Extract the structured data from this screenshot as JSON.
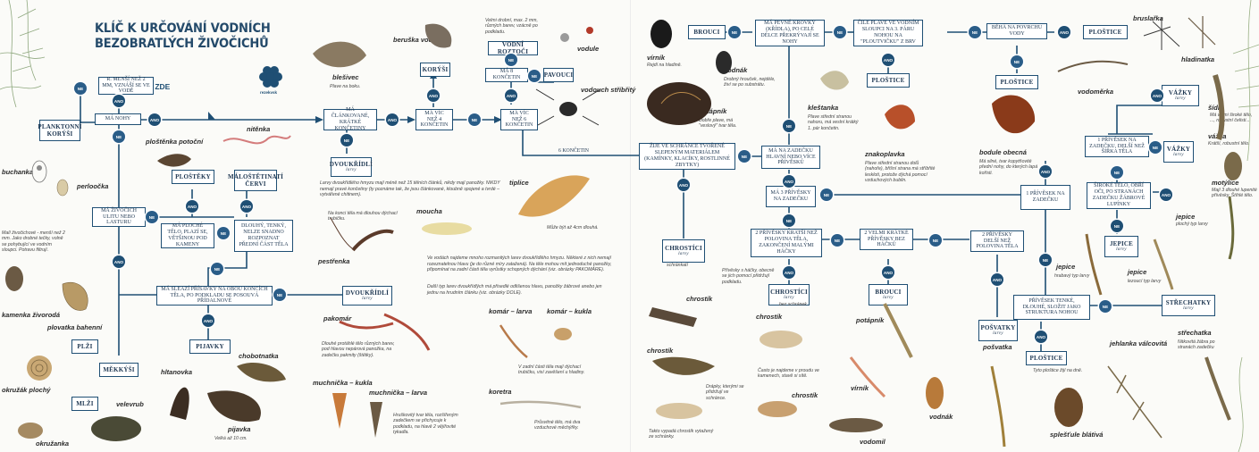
{
  "title": {
    "line1": "KLÍČ K URČOVÁNÍ VODNÍCH",
    "line2": "BEZOBRATLÝCH ŽIVOČICHŮ"
  },
  "logo": {
    "text": "rezekvsk"
  },
  "start": "ZAČNI ZDE",
  "answers": {
    "yes": "ANO",
    "no": "NE"
  },
  "nodes": {
    "q_small": "R. MENŠÍ NEŽ 2 MM, VZNÁŠÍ SE VE VODĚ",
    "plankton": "PLANKTONNÍ KORÝŠI",
    "q_legs": "MÁ NOHY",
    "q_shell": "MÁ ŽIVOČICH ULITU NEBO LASTURU",
    "q_flat": "MÁ PLOCHÉ TĚLO, PLAZÍ SE, VĚTŠINOU POD KAMENY",
    "plostenky": "PLOŠTĚKY",
    "q_thin": "DLOUHÝ, TENKÝ, NELZE SNADNO ROZPOZNAT PŘEDNÍ ČÁST TĚLA",
    "malostet": "MÁLOŠTĚTINATÍ ČERVI",
    "q_sucker": "MÁ SLEAZÍ PŘÍSAVKY NA OBOU KONCÍCH TĚLA, PO PODKLADU SE POSOUVÁ PŘÍDALNOVÉ",
    "pijavky": "PIJAVKY",
    "dvoukridli1": "DVOUKŘÍDLÍ",
    "dvoukridli1_sub": "larvy",
    "plze": "PLŽI",
    "mekkysi": "MĚKKÝŠI",
    "mlzi": "MLŽI",
    "q_segments": "MÁ ČLÁNKOVANÉ, KRÁTKÉ KONČETINY",
    "dvoukridli2": "DVOUKŘÍDLÍ",
    "dvoukridli2_sub": "larvy",
    "q_more4": "MÁ VÍC NEŽ 4 KONČETIN",
    "korysi": "KORÝŠI",
    "q_8": "MÁ 8 KONČETIN",
    "vodni_roztoci": "VODNÍ ROZTOČI",
    "pavouci": "PAVOUCI",
    "q_more6": "MÁ VÍC NEŽ 6 KONČETIN",
    "six_legs": "6 KONČETIN",
    "q_shelter": "ŽIJE VE SCHRÁNCE TVOŘENÉ SLEPENÝM MATERIÁLEM (KAMÍNKY, KLACÍKY, ROSTLINNÉ ZBYTKY)",
    "chrostici1": "CHROSTÍCI",
    "chrostici1_sub": "larvy",
    "q_head": "MÁ NA ZADEČKU HLAVNÍ NEBO VÍCE PŘÍVĚSKŮ",
    "q_3tails": "MÁ 3 PŘÍVĚSKY NA ZADEČKU",
    "q_2short": "2 PŘÍVĚSKY KRATŠÍ NEŽ POLOVINA TĚLA, ZAKONČENÍ MALÝMI HÁČKY",
    "chrostici2": "CHROSTÍCI",
    "chrostici2_sub": "larvy",
    "q_2hooks": "2 VELMI KRÁTKÉ PŘÍVĚSKY BEZ HÁČKŮ",
    "brouci2": "BROUCI",
    "brouci2_sub": "larvy",
    "q_2long": "2 PŘÍVĚSKY DELŠÍ NEŽ POLOVINA TĚLA",
    "posvatky": "POŠVATKY",
    "posvatky_sub": "larvy",
    "q_hard": "MÁ PEVNÉ KROVKY (KŘÍDLA), PO CELÉ DÉLCE PŘEKRÝVAJÍ SE NOHY",
    "brouci1": "BROUCI",
    "q_swim": "ČILE PLAVE VE VODNÍM SLOUPCI NA 3. PÁRU NOHOU NA \"PLOUTVIČKU\" Z BRV",
    "plostice1": "PLOŠTICE",
    "q_walk": "BĚHÁ NA POVRCHU VODY",
    "plostice2": "PLOŠTICE",
    "plostice3": "PLOŠTICE",
    "q_tail": "1 PŘÍVĚSEK NA ZADEČKU, DELŠÍ NEŽ ŠÍŘKA TĚLA",
    "vazky1": "VÁŽKY",
    "vazky1_sub": "larvy",
    "q_1tail": "1 PŘÍVĚSEK NA ZADEČKU",
    "q_wide": "ŠIROKÉ TĚLO, OBŘÍ OČI, PO STRANÁCH ZADEČKU ŽÁBROVÉ LUPÍNKY",
    "vazky2": "VÁŽKY",
    "vazky2_sub": "larvy",
    "jepice": "JEPICE",
    "jepice_sub": "larvy",
    "q_thin2": "PŘÍVĚSEK TENKÉ, DLOUHÉ, SLOŽIT JAKO STRUKTURA NOHOU",
    "plostice4": "PLOŠTICE",
    "strechatky": "STŘECHATKY",
    "strechatky_sub": "larvy"
  },
  "species": {
    "buchanka": "buchanka",
    "perloocka": "perloočka",
    "plostenka": "ploštěnka potoční",
    "nitenka": "nitěnka",
    "biesivec": "blešivec",
    "beruska": "beruška vodní",
    "vodule": "vodule",
    "vodouch": "vodouch stříbřitý",
    "moucha": "moucha",
    "pestrenka": "pestřenka",
    "tiplice": "tiplice",
    "pakomar": "pakomár",
    "muchnicka_kukla": "muchnička – kukla",
    "muchnicka_larva": "muchnička – larva",
    "komar_larva": "komár – larva",
    "komar_kukla": "komár – kukla",
    "koretra": "koretra",
    "hitanovka": "hltanovka",
    "chobotnatka": "chobotnatka",
    "pijavka": "pijavka",
    "okruzanka": "okružanka",
    "velevrub": "velevrub",
    "plovatka": "plovatka bahenní",
    "okruzak": "okružák plochý",
    "kamnik": "kamenka živorodá",
    "vrinik": "vírník",
    "vodnak": "vodnák",
    "potapnik": "potápník",
    "kiestanka": "kleštanka",
    "znakoplavka": "znakoplavka",
    "bodule": "bodule obecná",
    "brusarka": "bruslařka",
    "hladinatka": "hladinatka",
    "vodomerka": "vodoměrka",
    "sidlo": "šídlo",
    "vazka": "vážka",
    "motylice": "motýlice",
    "jepice_sp": "jepice",
    "jepice2": "jepice",
    "jepice3": "jepice",
    "strechatka": "střechatka",
    "jehlanka": "jehlanka válcovitá",
    "splestule": "splešťule blátivá",
    "posvatka": "pošvatka",
    "chrostik1": "chrostík",
    "chrostik2": "chrostík",
    "chrostik3": "chrostík",
    "chrostik4": "chrostík",
    "potapnik2": "potápník",
    "vrinik2": "vírník",
    "vodnak2": "vodnák",
    "vodomil": "vodomil"
  },
  "notes": {
    "biesivec": "Plave na boku.",
    "vodule": "Velmi drobní, max. 2 mm, různých barev, vzácně po podkladu.",
    "nitenka_lead": "Na konci těla má dlouhou dýchací trubičku.",
    "dvoukridli_text": "Larvy dvoukřídlého hmyzu mají méně než 15 tělních článků, nikdy mají panožky. NIKDY nemají pravé končetiny (ty poznáme tak, že jsou článkované, kloubně spojené a tvrdé – vytvářené chitinem).",
    "tiplice": "Může být až 4cm dlouhá.",
    "larvy_text": "Ve vodách najdeme mnoho rozmanitých larev dvoukřídlého hmyzu. Některé z nich nemají rozeznatelnou hlavu (je do různé míry zatažená). Na těle mohou mít jednoduché panožky, připomínat na zadní části těla vyrůstky schopných dýchání (viz. obrázky PAKOMÁRE).",
    "larvy_text2": "Další typ larev dvoukřídlých má přisedlé odlišenou hlavu, panožky žábrové anebo jen jednu na hrudním článku (viz. obrázky DOLE).",
    "pakomar": "Dlouhé protáhlé tělo různých barev, pod hlavou nepárová panožka, na zadečku pakmity (štětky).",
    "muchnicka": "Hruškovitý tvar těla, rozšířeným zadečkem se přichycuje k podkladu, na hlavě 2 vějířovité tykadla.",
    "komar": "V zadní části těla mají dýchací trubičku, visí zavěšení u hladiny.",
    "koretra": "Průsvitné tělo, má dva vzduchové měchýřky.",
    "pijavka": "Velká až 10 cm.",
    "buchanka": "Malí živočichové - menší než 2 mm. Jako drobné tečky, volně se pohybující ve vodním sloupci. Potravu filtrují.",
    "vrinik": "Rejdí na hladině.",
    "vodnak": "Drobný hrouček, nejdéle, živí se po substrátu.",
    "potapnik": "Dobře plave, má \"veslový\" tvar těla.",
    "kiestanka": "Plave střední stranou nahoru, má veslní krátký 1. pár končetin.",
    "znakoplavka": "Plave střední stranou dolů (nahoře), břišní strana má stříbřité leskloti, protože dýchá pomocí vzduchových bublin.",
    "bodule": "Má silné, tvar kopytňovité přední nohy, do kterých lapá kořisti.",
    "vazka": "Krátší, robustní tělo.",
    "sidlo": "Má velmi široké tělo, ..., robustní čelisti...",
    "motylice": "Mají 3 dlouhé lupenité přívěsky. Štíhlé tělo.",
    "jepice1": "plochý typ larvy",
    "jepice2": "lezoucí typ larvy",
    "jepice3": "hrabavý typ larvy",
    "strechatka": "Nitkovitá žábra po stranách zadečku",
    "plostice": "Tyto ploštice žijí na dně.",
    "chrostik_hook": "Přívěsky s háčky, obecně se jich pomocí přidržují podkladu.",
    "chrostik_shelter": "Drápky, kterými se přidržují ve schránce.",
    "chrostik_text": "Takto vypadá chrostík vytažený ze schránky.",
    "chrostik_text2": "Často je najdeme v proudu ve kamenech, stavě si sítě.",
    "chrostici_sub": "bez schránek",
    "chrostici1_sub2": "schránkatí"
  },
  "palette": {
    "accent": "#1f4f74",
    "title": "#244a6a",
    "note": "#454545",
    "background": "#fbfbf8"
  }
}
